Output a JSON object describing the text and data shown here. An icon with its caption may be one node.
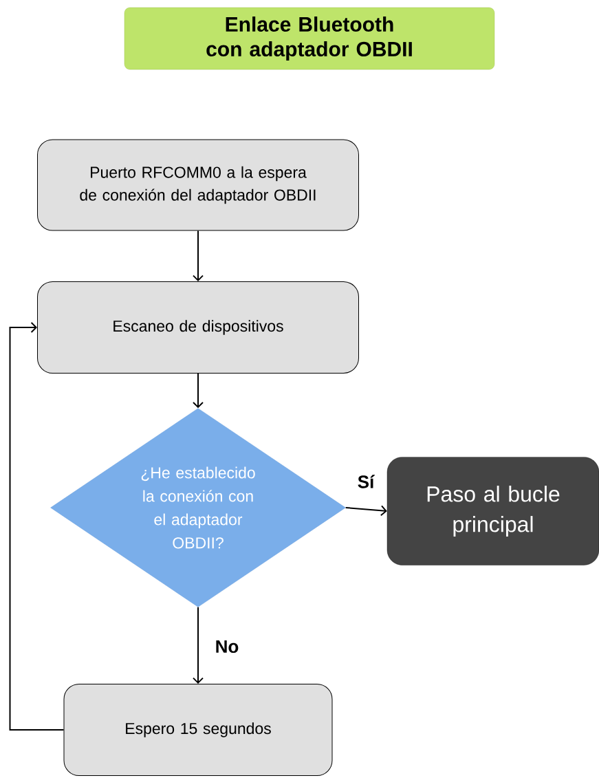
{
  "diagram": {
    "nodes": [
      {
        "text": [
          "Enlace Bluetooth con adaptador OBDII"
        ]
      },
      {
        "text": [
          "Puerto RFCOMM0 a la espera de conexión del adaptador OBDII"
        ]
      },
      {
        "text": [
          "Escaneo de dispositivos"
        ]
      },
      {
        "text": [
          "¿He establecido la conexión con el adaptador OBDII?"
        ]
      },
      {
        "text": [
          "Paso al bucle principal"
        ]
      },
      {
        "text": [
          "Espero 15 segundos"
        ]
      }
    ],
    "edges": [
      {
        "from": 1,
        "to": 2,
        "arrow": "to"
      },
      {
        "from": 2,
        "to": 3,
        "arrow": "to"
      },
      {
        "from": 3,
        "to": 4,
        "arrow": "to",
        "label": "Sí"
      },
      {
        "from": 3,
        "to": 5,
        "arrow": "to",
        "label": "No"
      },
      {
        "from": 5,
        "to": 2,
        "arrow": "to"
      }
    ]
  }
}
